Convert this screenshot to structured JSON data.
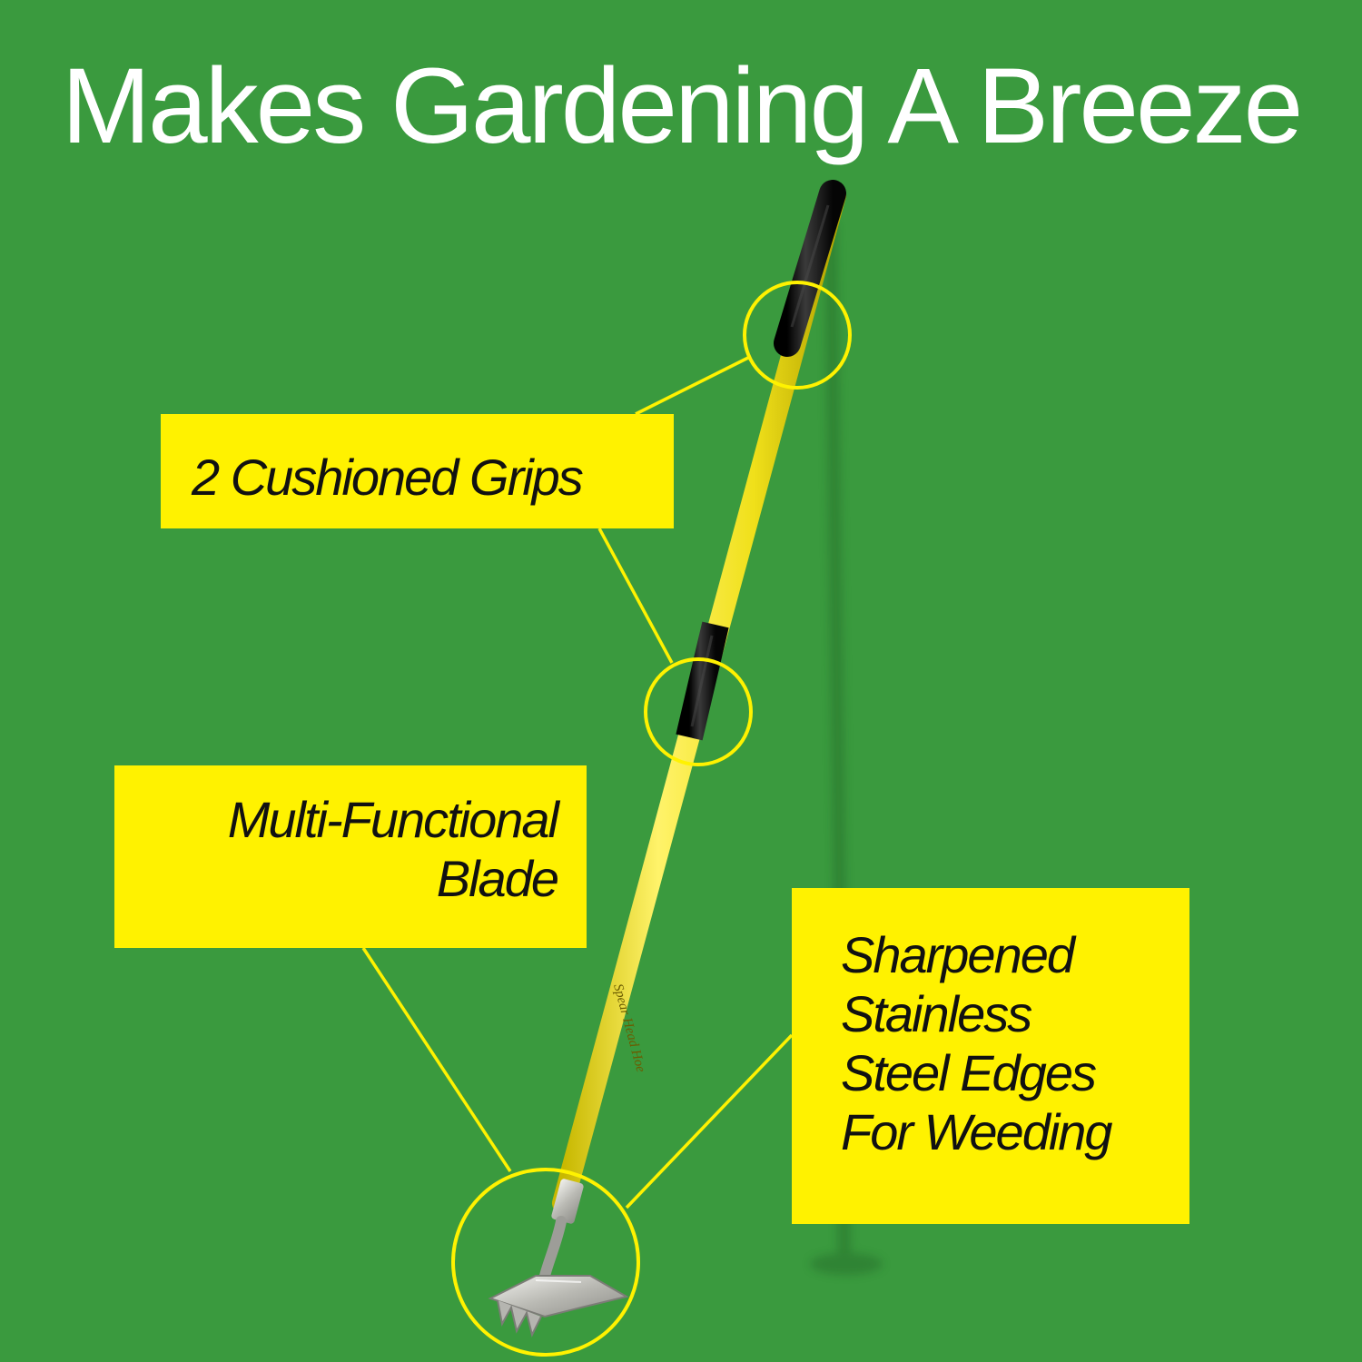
{
  "headline": "Makes Gardening A Breeze",
  "callouts": {
    "grips": {
      "line1": "2 Cushioned Grips"
    },
    "blade": {
      "line1": "Multi-Functional",
      "line2": "Blade"
    },
    "edges": {
      "line1": "Sharpened",
      "line2": "Stainless",
      "line3": "Steel Edges",
      "line4": "For Weeding"
    }
  },
  "handle_text": "Spear Head Hoe",
  "colors": {
    "background": "#3a9a3e",
    "callout_fill": "#fff200",
    "handle_yellow": "#f2e418",
    "grip_black": "#1a1a1a",
    "steel": "#c9c9c4"
  }
}
